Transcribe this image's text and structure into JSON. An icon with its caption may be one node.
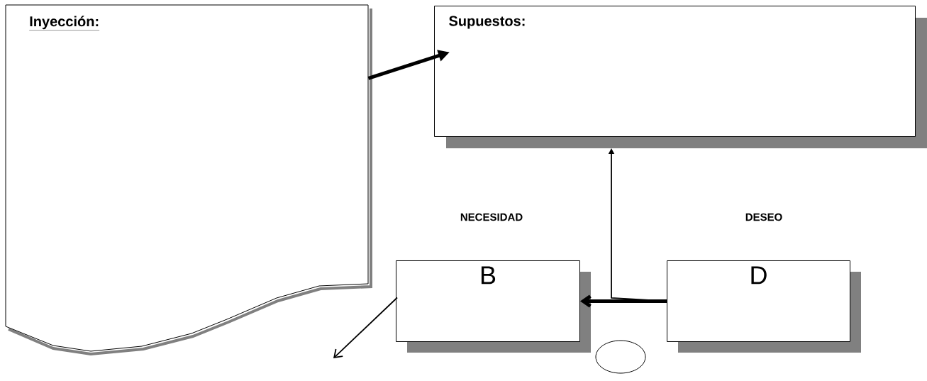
{
  "diagram": {
    "nodes": [
      {
        "text": [
          "Inyección:"
        ]
      },
      {
        "text": [
          "Supuestos:"
        ]
      },
      {
        "text": [
          "B"
        ]
      },
      {
        "text": [
          "D"
        ]
      },
      {
        "text": [],
        "shape": "circle"
      }
    ],
    "edges": [
      {
        "from": 0,
        "to": 1,
        "arrow": "to",
        "style": "thick"
      },
      {
        "from": 3,
        "to": 2,
        "arrow": "to",
        "style": "thick"
      },
      {
        "from": 3,
        "to": 1,
        "arrow": "to"
      },
      {
        "from": 2,
        "to": null,
        "arrow": "to"
      }
    ],
    "labels": [
      "NECESIDAD",
      "DESEO"
    ]
  }
}
